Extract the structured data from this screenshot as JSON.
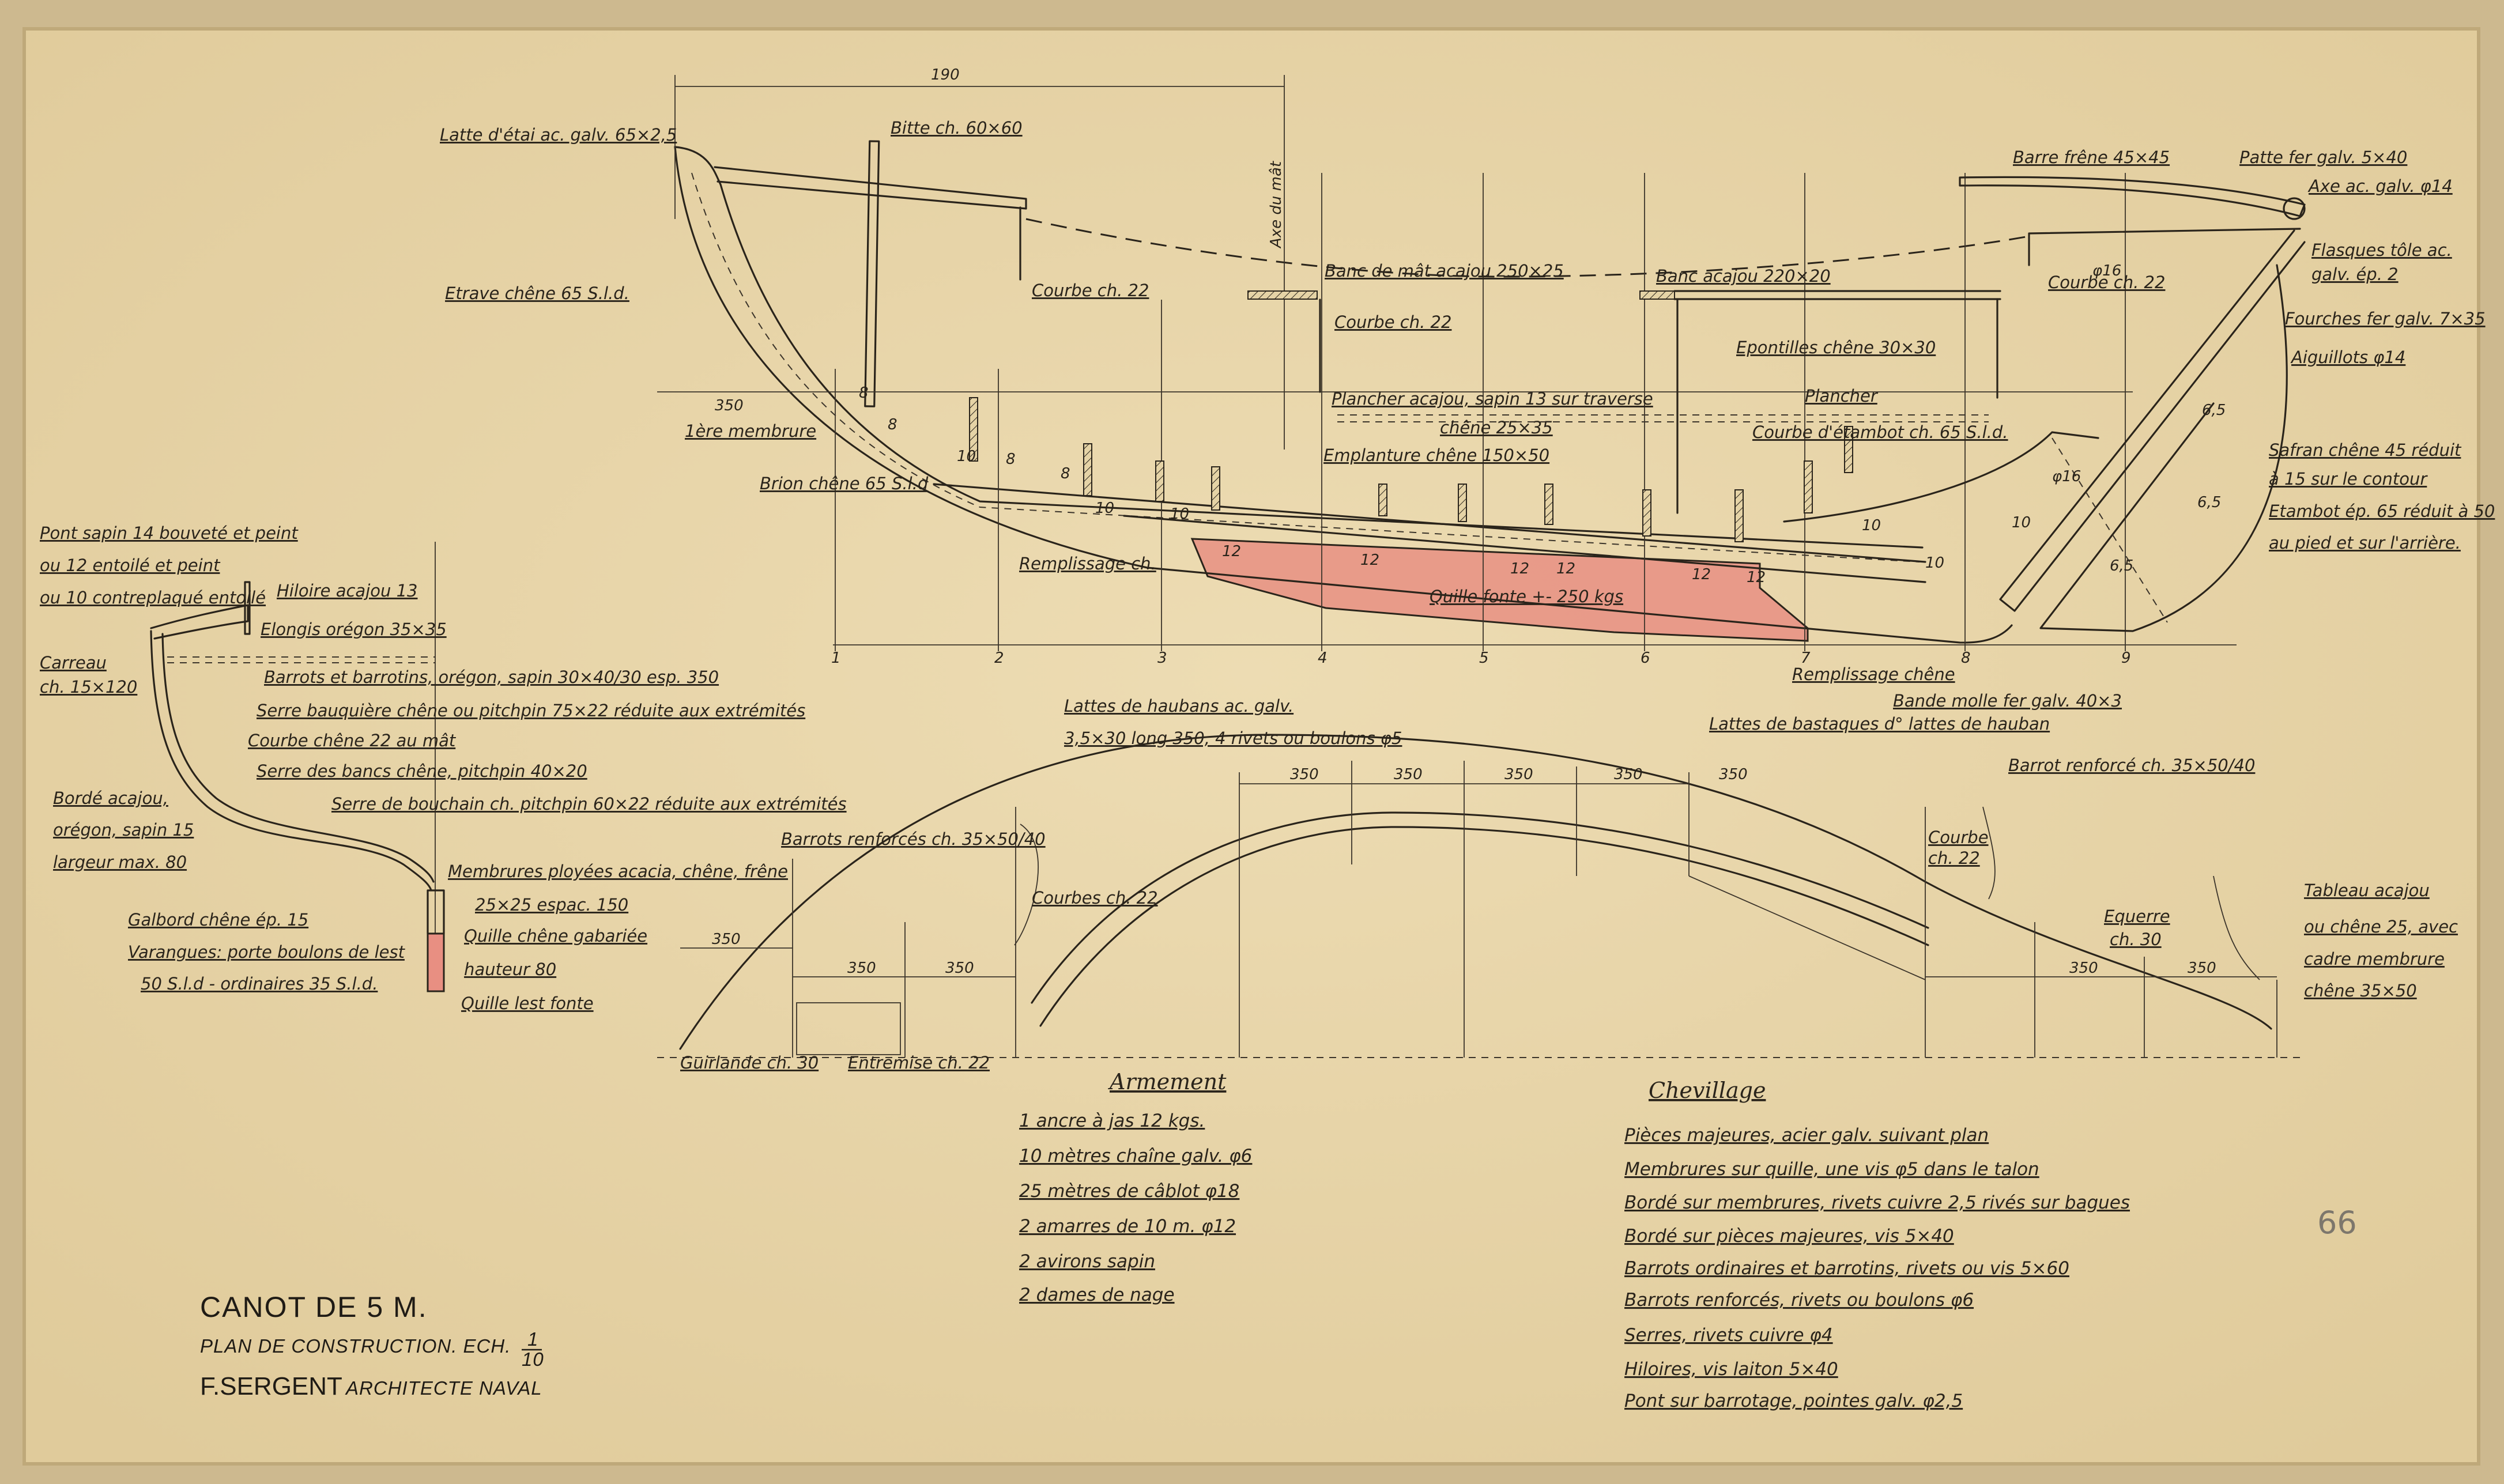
{
  "title": {
    "main": "CANOT DE 5 M.",
    "subtitle": "PLAN DE CONSTRUCTION. ECH.",
    "scale_num": "1",
    "scale_den": "10",
    "architect": "F.SERGENT",
    "architect_title": "ARCHITECTE NAVAL"
  },
  "sheet_number": "66",
  "colors": {
    "paper": "#e8d7ad",
    "ink": "#2a241b",
    "ballast": "#e88f82"
  },
  "profile": {
    "dimensions": {
      "overall_bow": "190",
      "first_frame": "350",
      "phi16_a": "φ16",
      "phi16_b": "φ16"
    },
    "mast_axis": "Axe du mât",
    "labels": [
      "Latte d'étai ac. galv. 65×2,5",
      "Bitte ch. 60×60",
      "Etrave chêne 65 S.l.d.",
      "Courbe ch. 22",
      "Banc de mât acajou 250×25",
      "Courbe ch. 22",
      "Banc acajou 220×20",
      "Epontilles chêne 30×30",
      "Courbe ch. 22",
      "Barre frêne 45×45",
      "Patte fer galv. 5×40",
      "Axe ac. galv. φ14",
      "Flasques tôle ac.",
      "galv. ép. 2",
      "Fourches fer galv. 7×35",
      "Aiguillots φ14",
      "1ère membrure",
      "Plancher acajou, sapin 13 sur traverse",
      "Plancher",
      "chêne 25×35",
      "Emplanture chêne 150×50",
      "Courbe d'étambot ch. 65 S.l.d.",
      "Safran chêne 45 réduit",
      "à 15 sur le contour",
      "Etambot ép. 65 réduit à 50",
      "au pied et sur l'arrière.",
      "Brion chêne 65 S.l.d",
      "Remplissage ch.",
      "Quille fonte +- 250 kgs",
      "Remplissage chêne",
      "Bande molle fer galv. 40×3"
    ],
    "stations": [
      "1",
      "2",
      "3",
      "4",
      "5",
      "6",
      "7",
      "8",
      "9"
    ],
    "scantlings": [
      "8",
      "8",
      "8",
      "8",
      "10",
      "10",
      "10",
      "12",
      "12",
      "12",
      "12",
      "12",
      "12",
      "10",
      "10",
      "10",
      "6,5",
      "6,5",
      "6,5"
    ]
  },
  "section": {
    "labels": [
      "Pont sapin 14 bouveté et peint",
      "ou 12 entoilé et peint",
      "ou 10 contreplaqué entoilé",
      "Hiloire acajou 13",
      "Elongis orégon 35×35",
      "Carreau",
      "ch. 15×120",
      "Barrots et barrotins, orégon, sapin 30×40/30 esp. 350",
      "Serre bauquière chêne ou pitchpin 75×22 réduite aux extrémités",
      "Courbe chêne 22 au mât",
      "Serre des bancs chêne, pitchpin 40×20",
      "Serre de bouchain ch. pitchpin 60×22 réduite aux extrémités",
      "Bordé acajou,",
      "orégon, sapin 15",
      "largeur max. 80",
      "Membrures ployées acacia, chêne, frêne",
      "25×25 espac. 150",
      "Galbord chêne ép. 15",
      "Quille chêne gabariée",
      "Varangues: porte boulons de lest",
      "hauteur 80",
      "50 S.l.d - ordinaires 35 S.l.d.",
      "Quille lest fonte"
    ]
  },
  "deck_plan": {
    "labels": [
      "Lattes de haubans ac. galv.",
      "3,5×30 long 350, 4 rivets ou boulons φ5",
      "Lattes de bastaques d° lattes de hauban",
      "Barrot renforcé ch. 35×50/40",
      "Barrots renforcés ch. 35×50/40",
      "Courbe",
      "ch. 22",
      "Courbes ch. 22",
      "Tableau acajou",
      "ou chêne 25, avec",
      "cadre membrure",
      "chêne 35×50",
      "Equerre",
      "ch. 30",
      "Guirlande ch. 30",
      "Entremise ch. 22"
    ],
    "spacings": [
      "350",
      "350",
      "350",
      "350",
      "350",
      "350",
      "350",
      "350",
      "350",
      "350"
    ]
  },
  "armement": {
    "heading": "Armement",
    "items": [
      "1 ancre à jas 12 kgs.",
      "10 mètres chaîne galv. φ6",
      "25 mètres de câblot φ18",
      "2 amarres de 10 m. φ12",
      "2 avirons sapin",
      "2 dames de nage"
    ]
  },
  "chevillage": {
    "heading": "Chevillage",
    "items": [
      "Pièces majeures, acier galv. suivant plan",
      "Membrures sur quille, une vis φ5 dans le talon",
      "Bordé sur membrures, rivets cuivre 2,5 rivés sur bagues",
      "Bordé sur pièces majeures, vis 5×40",
      "Barrots ordinaires et barrotins, rivets ou vis 5×60",
      "Barrots renforcés, rivets ou boulons φ6",
      "Serres, rivets cuivre φ4",
      "Hiloires, vis laiton 5×40",
      "Pont sur barrotage, pointes galv. φ2,5"
    ]
  }
}
